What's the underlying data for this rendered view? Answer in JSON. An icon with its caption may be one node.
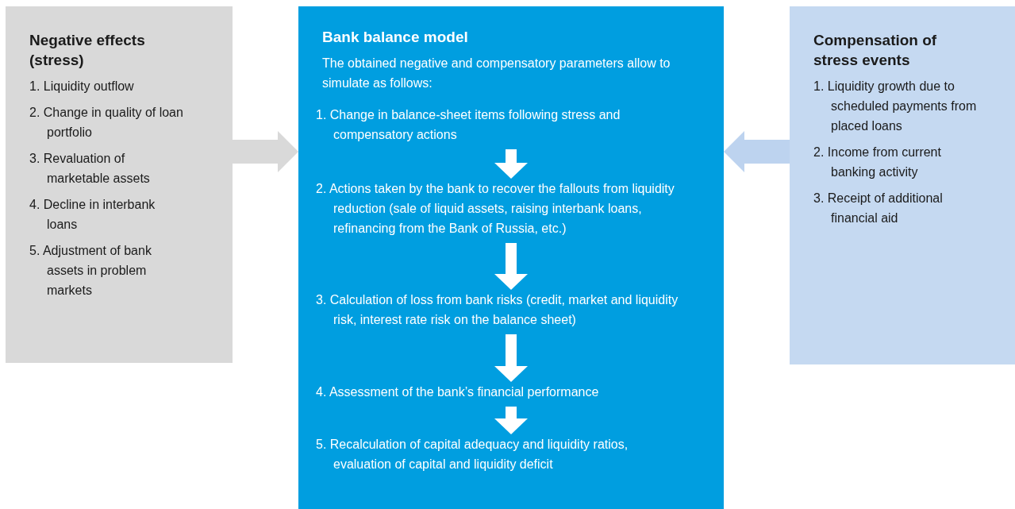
{
  "diagram": {
    "nodes": [
      {
        "text": [
          "Negative effects (stress)",
          "1. Liquidity outflow",
          "2. Change in quality of loan portfolio",
          "3. Revaluation of marketable assets",
          "4. Decline in interbank loans",
          "5. Adjustment of bank assets in problem markets"
        ]
      },
      {
        "text": [
          "Bank balance model",
          "The obtained negative and compensatory parameters allow to simulate as follows:"
        ]
      },
      {
        "text": [
          "1. Change in balance-sheet items following stress and compensatory actions"
        ],
        "in": 1
      },
      {
        "text": [
          "2. Actions taken by the bank to recover the fallouts from liquidity reduction (sale of liquid assets, raising interbank loans, refinancing from the Bank of Russia, etc.)"
        ],
        "in": 1
      },
      {
        "text": [
          "3. Calculation of loss from bank risks (credit, market and liquidity risk, interest rate risk on the balance sheet)"
        ],
        "in": 1
      },
      {
        "text": [
          "4. Assessment of the bank’s financial performance"
        ],
        "in": 1
      },
      {
        "text": [
          "5. Recalculation of capital adequacy and liquidity ratios, evaluation of capital and liquidity deficit"
        ],
        "in": 1
      },
      {
        "text": [
          "Compensation of stress events",
          "1. Liquidity growth due to scheduled payments from placed loans",
          "2. Income from current banking activity",
          "3. Receipt of additional financial aid"
        ]
      }
    ],
    "edges": [
      {
        "from": 0,
        "to": 1,
        "arrow": "to",
        "style": "thick",
        "color": "#d9d9d9"
      },
      {
        "from": 7,
        "to": 1,
        "arrow": "to",
        "style": "thick",
        "color": "#bdd3ef"
      },
      {
        "from": 2,
        "to": 3,
        "arrow": "to"
      },
      {
        "from": 3,
        "to": 4,
        "arrow": "to"
      },
      {
        "from": 4,
        "to": 5,
        "arrow": "to"
      },
      {
        "from": 5,
        "to": 6,
        "arrow": "to"
      }
    ]
  }
}
